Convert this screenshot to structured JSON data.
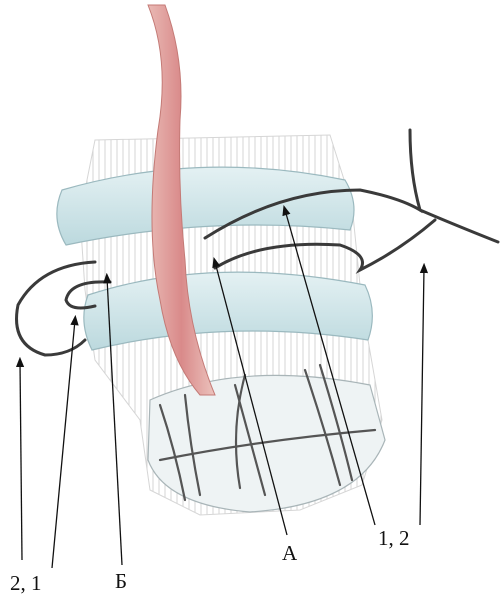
{
  "colors": {
    "vessel": "#d98a8a",
    "cuff": "#cfe6ea",
    "suture": "#3a3a3a",
    "ink": "#111111"
  },
  "labels": {
    "right_pair": "1, 2",
    "left_pair": "2, 1",
    "a": "А",
    "b": "Б"
  }
}
